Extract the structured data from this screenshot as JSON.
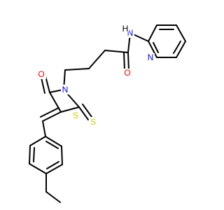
{
  "molecule": {
    "colors": {
      "bond": "#000000",
      "nitrogen": "#0000ff",
      "oxygen": "#ff0000",
      "sulfur": "#cccc00",
      "hydrogen": "#000000",
      "background": "#ffffff"
    },
    "atoms": {
      "nh_n": "N",
      "nh_h": "H",
      "pyridine_n": "N",
      "amide_o": "O",
      "ring_n": "N",
      "ring_o": "O",
      "ring_s": "S",
      "thione_s": "S"
    }
  }
}
